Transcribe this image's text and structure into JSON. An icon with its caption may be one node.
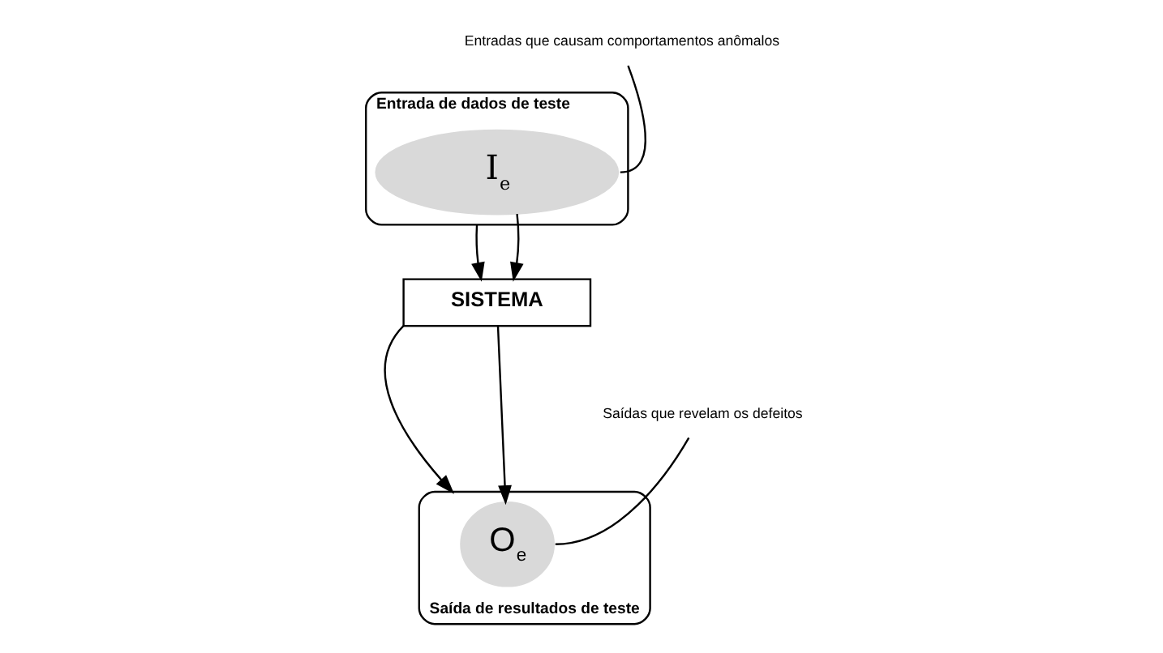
{
  "diagram": {
    "nodes": [
      {
        "text": [
          "Entrada de dados de teste"
        ]
      },
      {
        "text": [
          "I$_{e}$"
        ],
        "in": 0
      },
      {
        "text": [
          "Entradas que causam comportamentos anômalos"
        ]
      },
      {
        "text": [
          "SISTEMA"
        ]
      },
      {
        "text": [
          "Saída de resultados de teste"
        ]
      },
      {
        "text": [
          "O$_{e}$"
        ],
        "in": 4
      },
      {
        "text": [
          "Saídas que revelam os defeitos"
        ]
      }
    ],
    "edges": [
      {
        "from": 2,
        "to": 1,
        "arrow": "none"
      },
      {
        "from": 0,
        "to": 3,
        "arrow": "to"
      },
      {
        "from": 1,
        "to": 3,
        "arrow": "to"
      },
      {
        "from": 3,
        "to": 4,
        "arrow": "to"
      },
      {
        "from": 3,
        "to": 5,
        "arrow": "to"
      },
      {
        "from": 6,
        "to": 5,
        "arrow": "none"
      }
    ]
  }
}
